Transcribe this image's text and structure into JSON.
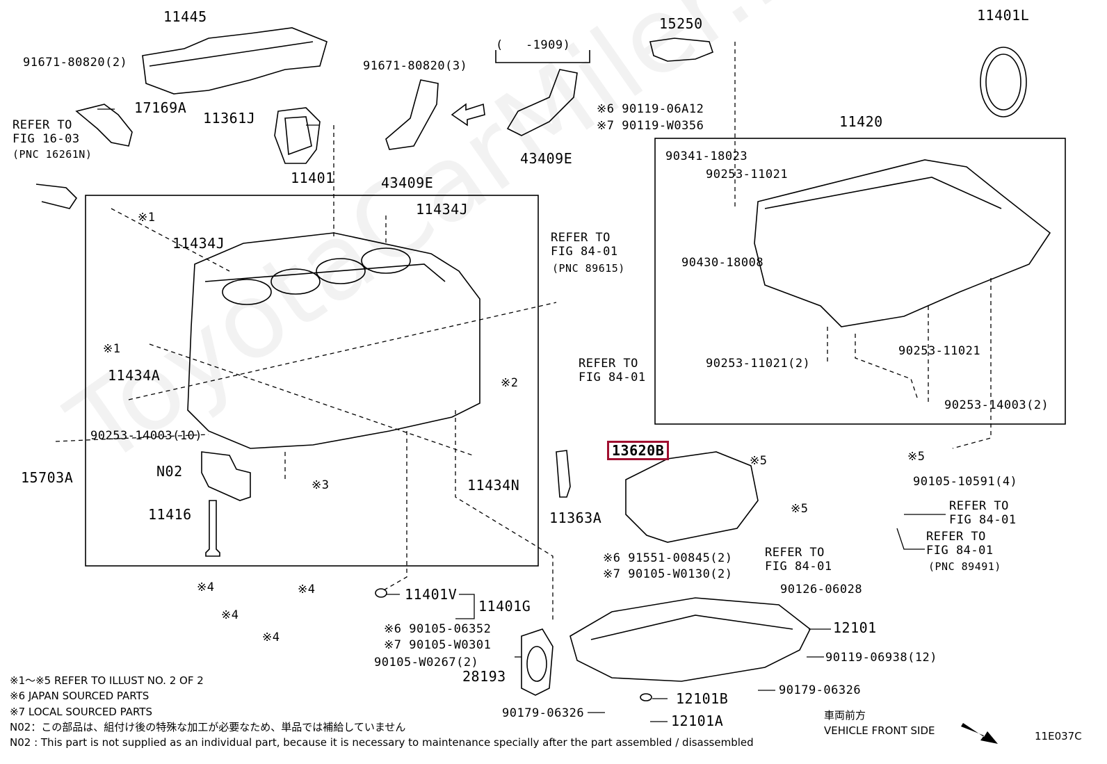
{
  "watermark": "ToyotaCarMiler.ru",
  "labels": {
    "p11445": "11445",
    "p91671_2": "91671-80820(2)",
    "p17169A": "17169A",
    "refer_1603": "REFER TO\nFIG 16-03",
    "pnc_16261N": "(PNC 16261N)",
    "p11361J": "11361J",
    "p11401": "11401",
    "p91671_3": "91671-80820(3)",
    "p43409E_a": "43409E",
    "p43409E_b": "43409E",
    "date_1909": "(   -1909)",
    "p15250": "15250",
    "p90119_06A12": "※6 90119-06A12",
    "p90119_W0356": "※7 90119-W0356",
    "p11401L": "11401L",
    "p11420": "11420",
    "p90341": "90341-18023",
    "p90253_11021": "90253-11021",
    "p90430": "90430-18008",
    "p11434J_a": "11434J",
    "p11434J_b": "11434J",
    "x1_a": "※1",
    "x1_b": "※1",
    "refer_8401_a": "REFER TO\nFIG 84-01",
    "pnc_89615": "(PNC 89615)",
    "refer_8401_b": "REFER TO\nFIG 84-01",
    "p90253_11021_r": "90253-11021",
    "p90253_11021_2": "90253-11021(2)",
    "p90253_14003_2": "90253-14003(2)",
    "p11434A": "11434A",
    "x2": "※2",
    "p90253_14003_10": "90253-14003(10)",
    "p15703A": "15703A",
    "pN02": "N02",
    "x3": "※3",
    "p11434N": "11434N",
    "p11416": "11416",
    "p11363A": "11363A",
    "p13620B": "13620B",
    "x5_a": "※5",
    "x5_b": "※5",
    "x5_c": "※5",
    "p90105_10591": "90105-10591(4)",
    "refer_8401_c": "REFER TO\nFIG 84-01",
    "refer_8401_d": "REFER TO\nFIG 84-01",
    "pnc_89491": "(PNC 89491)",
    "refer_8401_e": "REFER TO\nFIG 84-01",
    "p91551": "※6 91551-00845(2)",
    "p90105_W0130": "※7 90105-W0130(2)",
    "p90126": "90126-06028",
    "x4_a": "※4",
    "x4_b": "※4",
    "x4_c": "※4",
    "x4_d": "※4",
    "p11401V": "11401V",
    "p11401G": "11401G",
    "p90105_06352": "※6 90105-06352",
    "p90105_W0301": "※7 90105-W0301",
    "p90105_W0267": "90105-W0267(2)",
    "p28193": "28193",
    "p12101": "12101",
    "p90119_06938": "90119-06938(12)",
    "p90179_06326_r": "90179-06326",
    "p12101B": "12101B",
    "p12101A": "12101A",
    "p90179_06326_l": "90179-06326"
  },
  "notes": {
    "n1": "※1～※5  REFER TO ILLUST NO. 2 OF 2",
    "n2": "※6 JAPAN SOURCED PARTS",
    "n3": "※7 LOCAL SOURCED PARTS",
    "n4": "N02：この部品は、組付け後の特殊な加工が必要なため、単品では補給していません",
    "n5": "N02 : This part is not supplied as an individual part, because it is necessary to maintenance specially after the part assembled / disassembled"
  },
  "front": {
    "jp": "車両前方",
    "en": "VEHICLE FRONT SIDE"
  },
  "illust_id": "11E037C",
  "colors": {
    "highlight": "#a01030",
    "line": "#000000"
  }
}
